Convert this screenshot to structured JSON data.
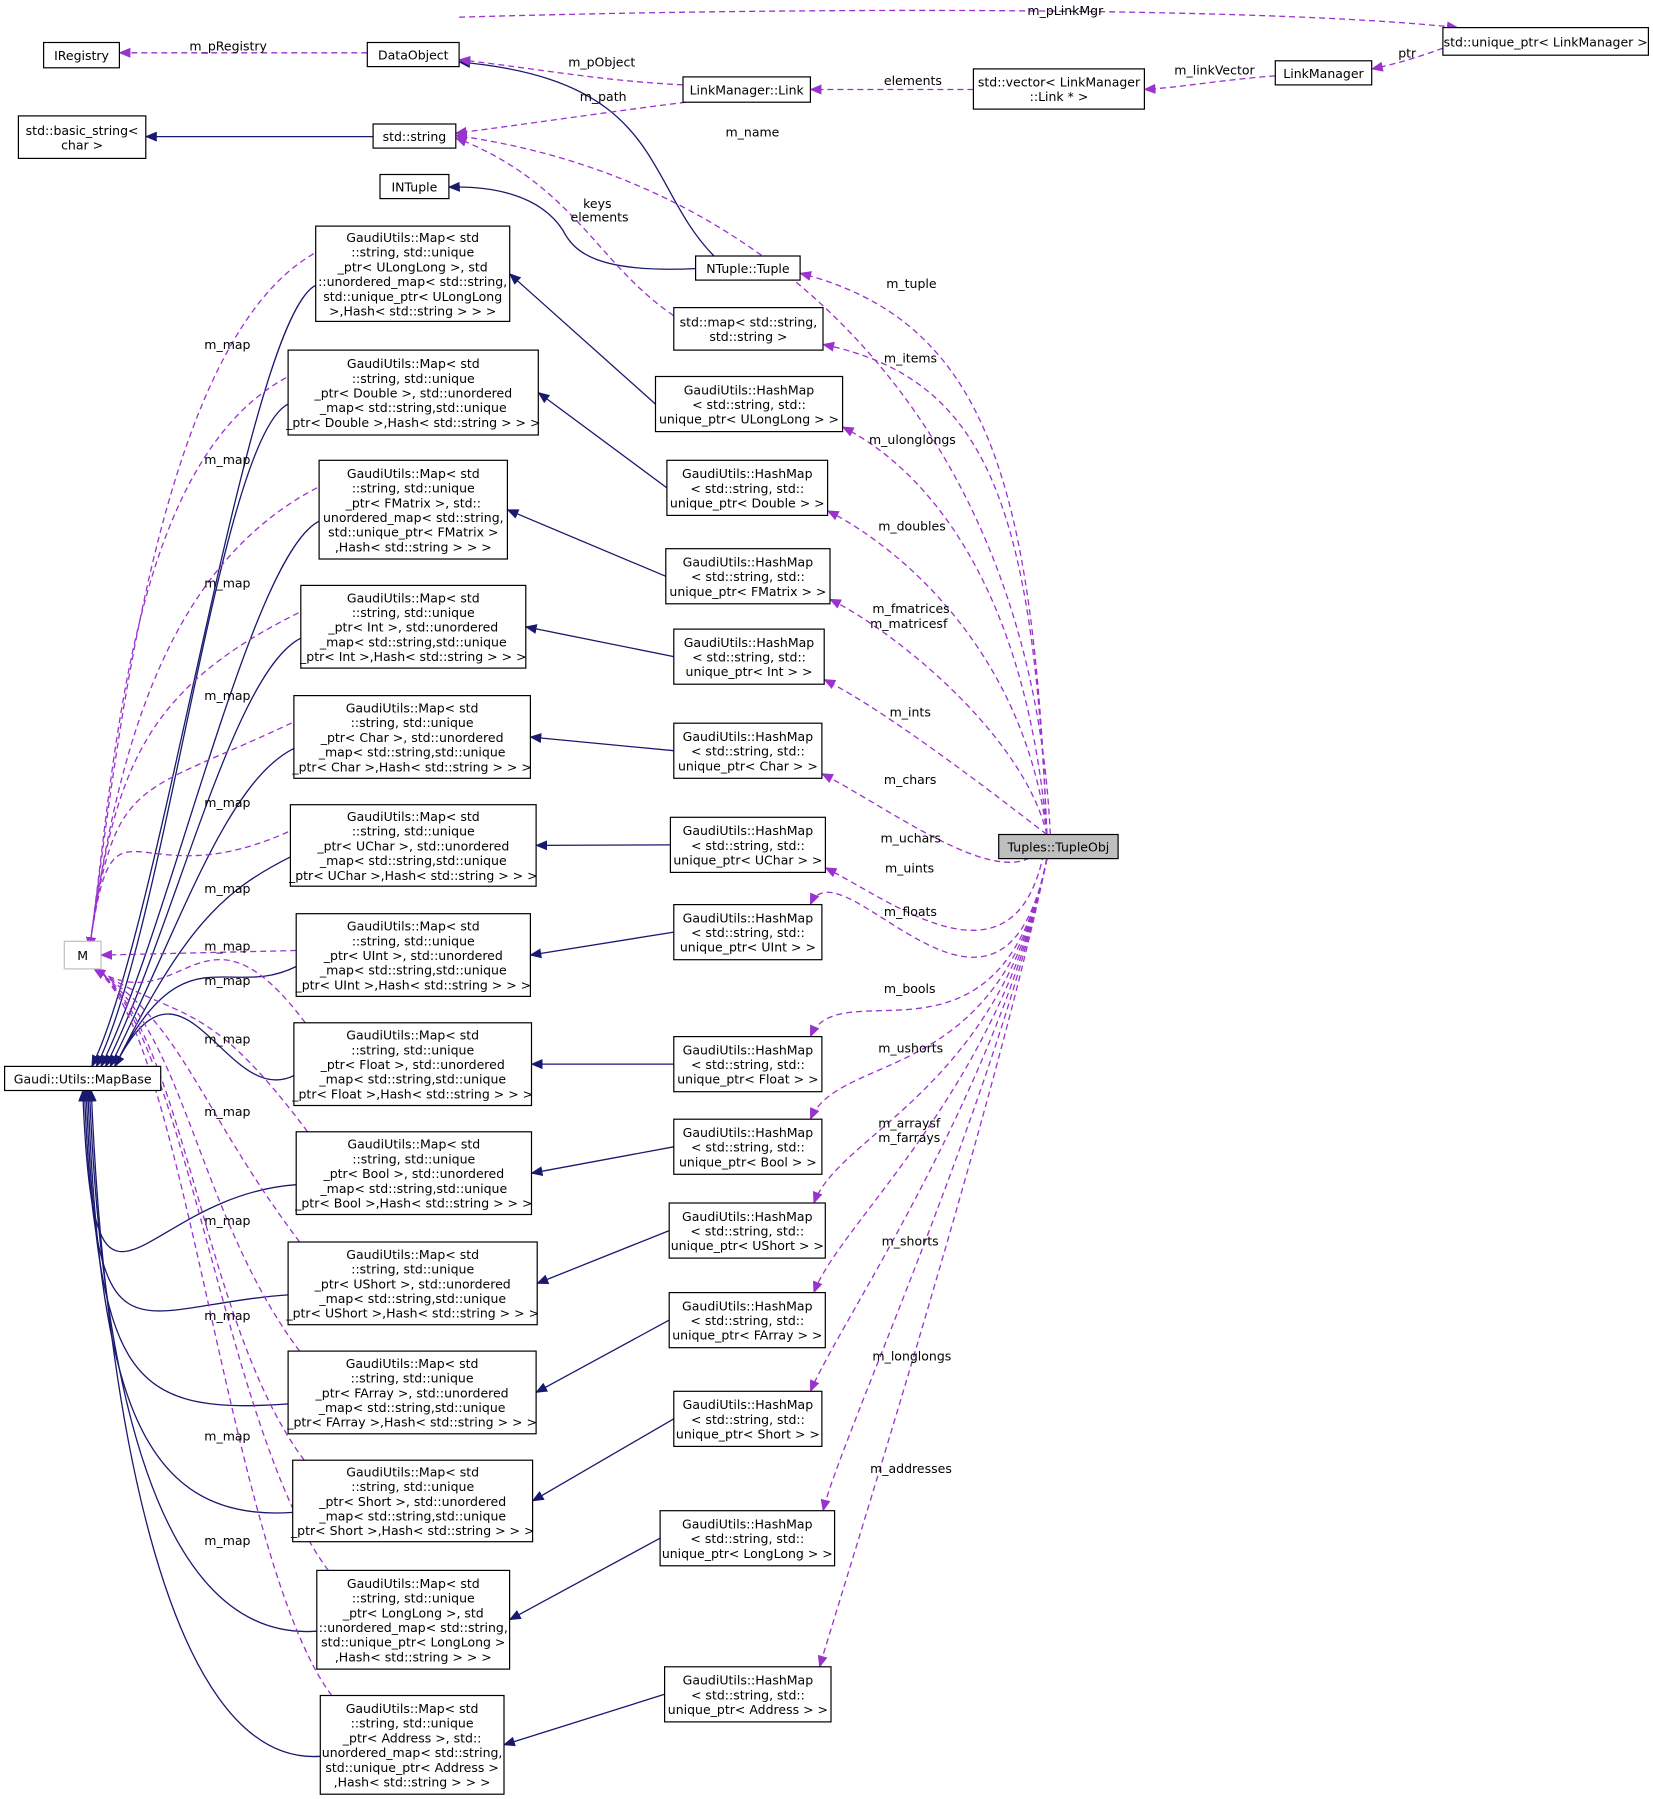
{
  "nodes": {
    "tupleobj": [
      "Tuples::TupleObj"
    ],
    "iregistry": [
      "IRegistry"
    ],
    "dataobject": [
      "DataObject"
    ],
    "basic_string": [
      "std::basic_string<",
      "char >"
    ],
    "string": [
      "std::string"
    ],
    "ntuple_iface": [
      "INTuple"
    ],
    "linkmgr_link": [
      "LinkManager::Link"
    ],
    "vector_link": [
      "std::vector< LinkManager",
      "::Link * >"
    ],
    "linkmanager": [
      "LinkManager"
    ],
    "unique_ptr_lm": [
      "std::unique_ptr< LinkManager >"
    ],
    "ntuple_tuple": [
      "NTuple::Tuple"
    ],
    "std_map": [
      "std::map< std::string,",
      "std::string >"
    ],
    "m": [
      "M"
    ],
    "mapbase": [
      "Gaudi::Utils::MapBase"
    ],
    "map_ulonglong": [
      "GaudiUtils::Map< std",
      "::string, std::unique",
      "_ptr< ULongLong >, std",
      "::unordered_map< std::string,",
      "std::unique_ptr< ULongLong",
      ">,Hash< std::string > > >"
    ],
    "map_double": [
      "GaudiUtils::Map< std",
      "::string, std::unique",
      "_ptr< Double >, std::unordered",
      "_map< std::string,std::unique",
      "_ptr< Double >,Hash< std::string > > >"
    ],
    "map_fmatrix": [
      "GaudiUtils::Map< std",
      "::string, std::unique",
      "_ptr< FMatrix >, std::",
      "unordered_map< std::string,",
      "std::unique_ptr< FMatrix >",
      ",Hash< std::string > > >"
    ],
    "map_int": [
      "GaudiUtils::Map< std",
      "::string, std::unique",
      "_ptr< Int >, std::unordered",
      "_map< std::string,std::unique",
      "_ptr< Int >,Hash< std::string > > >"
    ],
    "map_char": [
      "GaudiUtils::Map< std",
      "::string, std::unique",
      "_ptr< Char >, std::unordered",
      "_map< std::string,std::unique",
      "_ptr< Char >,Hash< std::string > > >"
    ],
    "map_uchar": [
      "GaudiUtils::Map< std",
      "::string, std::unique",
      "_ptr< UChar >, std::unordered",
      "_map< std::string,std::unique",
      "_ptr< UChar >,Hash< std::string > > >"
    ],
    "map_uint": [
      "GaudiUtils::Map< std",
      "::string, std::unique",
      "_ptr< UInt >, std::unordered",
      "_map< std::string,std::unique",
      "_ptr< UInt >,Hash< std::string > > >"
    ],
    "map_float": [
      "GaudiUtils::Map< std",
      "::string, std::unique",
      "_ptr< Float >, std::unordered",
      "_map< std::string,std::unique",
      "_ptr< Float >,Hash< std::string > > >"
    ],
    "map_bool": [
      "GaudiUtils::Map< std",
      "::string, std::unique",
      "_ptr< Bool >, std::unordered",
      "_map< std::string,std::unique",
      "_ptr< Bool >,Hash< std::string > > >"
    ],
    "map_ushort": [
      "GaudiUtils::Map< std",
      "::string, std::unique",
      "_ptr< UShort >, std::unordered",
      "_map< std::string,std::unique",
      "_ptr< UShort >,Hash< std::string > > >"
    ],
    "map_farray": [
      "GaudiUtils::Map< std",
      "::string, std::unique",
      "_ptr< FArray >, std::unordered",
      "_map< std::string,std::unique",
      "_ptr< FArray >,Hash< std::string > > >"
    ],
    "map_short": [
      "GaudiUtils::Map< std",
      "::string, std::unique",
      "_ptr< Short >, std::unordered",
      "_map< std::string,std::unique",
      "_ptr< Short >,Hash< std::string > > >"
    ],
    "map_longlong": [
      "GaudiUtils::Map< std",
      "::string, std::unique",
      "_ptr< LongLong >, std",
      "::unordered_map< std::string,",
      "std::unique_ptr< LongLong >",
      ",Hash< std::string > > >"
    ],
    "map_address": [
      "GaudiUtils::Map< std",
      "::string, std::unique",
      "_ptr< Address >, std::",
      "unordered_map< std::string,",
      "std::unique_ptr< Address >",
      ",Hash< std::string > > >"
    ],
    "hm_ulonglong": [
      "GaudiUtils::HashMap",
      "< std::string, std::",
      "unique_ptr< ULongLong > >"
    ],
    "hm_double": [
      "GaudiUtils::HashMap",
      "< std::string, std::",
      "unique_ptr< Double > >"
    ],
    "hm_fmatrix": [
      "GaudiUtils::HashMap",
      "< std::string, std::",
      "unique_ptr< FMatrix > >"
    ],
    "hm_int": [
      "GaudiUtils::HashMap",
      "< std::string, std::",
      "unique_ptr< Int > >"
    ],
    "hm_char": [
      "GaudiUtils::HashMap",
      "< std::string, std::",
      "unique_ptr< Char > >"
    ],
    "hm_uchar": [
      "GaudiUtils::HashMap",
      "< std::string, std::",
      "unique_ptr< UChar > >"
    ],
    "hm_uint": [
      "GaudiUtils::HashMap",
      "< std::string, std::",
      "unique_ptr< UInt > >"
    ],
    "hm_float": [
      "GaudiUtils::HashMap",
      "< std::string, std::",
      "unique_ptr< Float > >"
    ],
    "hm_bool": [
      "GaudiUtils::HashMap",
      "< std::string, std::",
      "unique_ptr< Bool > >"
    ],
    "hm_ushort": [
      "GaudiUtils::HashMap",
      "< std::string, std::",
      "unique_ptr< UShort > >"
    ],
    "hm_farray": [
      "GaudiUtils::HashMap",
      "< std::string, std::",
      "unique_ptr< FArray > >"
    ],
    "hm_short": [
      "GaudiUtils::HashMap",
      "< std::string, std::",
      "unique_ptr< Short > >"
    ],
    "hm_longlong": [
      "GaudiUtils::HashMap",
      "< std::string, std::",
      "unique_ptr< LongLong > >"
    ],
    "hm_address": [
      "GaudiUtils::HashMap",
      "< std::string, std::",
      "unique_ptr< Address > >"
    ]
  },
  "edge_labels": {
    "m_pLinkMgr": "m_pLinkMgr",
    "m_pRegistry": "m_pRegistry",
    "m_pObject": "m_pObject",
    "m_path": "m_path",
    "elements": "elements",
    "m_linkVector": "m_linkVector",
    "ptr": "ptr",
    "m_name": "m_name",
    "keys": "keys",
    "elements2": "elements",
    "m_tuple": "m_tuple",
    "m_items": "m_items",
    "m_ulonglongs": "m_ulonglongs",
    "m_doubles": "m_doubles",
    "m_fmatrices": "m_fmatrices",
    "m_matricesf": "m_matricesf",
    "m_ints": "m_ints",
    "m_chars": "m_chars",
    "m_uchars": "m_uchars",
    "m_uints": "m_uints",
    "m_floats": "m_floats",
    "m_bools": "m_bools",
    "m_ushorts": "m_ushorts",
    "m_arraysf": "m_arraysf",
    "m_farrays": "m_farrays",
    "m_shorts": "m_shorts",
    "m_longlongs": "m_longlongs",
    "m_addresses": "m_addresses",
    "m_map": "m_map"
  },
  "colors": {
    "inheritance": "#191970",
    "usage": "#9a32cd",
    "focus_fill": "#bfbfbf",
    "undocumented_border": "#bfbfbf"
  }
}
